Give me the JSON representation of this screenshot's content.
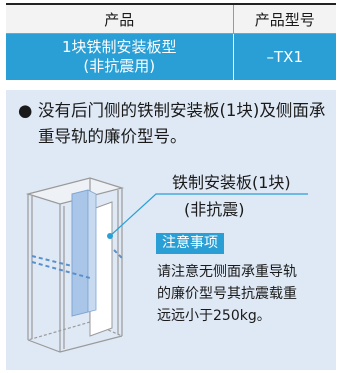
{
  "table": {
    "header_product": "产品",
    "header_model": "产品型号",
    "row_product_line1": "1块铁制安装板型",
    "row_product_line2": "(非抗震用)",
    "row_model": "–TX1"
  },
  "note": {
    "bullet_symbol": "●",
    "text": "没有后门侧的铁制安装板(1块)及侧面承重导轨的廉价型号。",
    "callout_name": "铁制安装板(1块)",
    "callout_sub": "(非抗震)",
    "caution_title": "注意事项",
    "caution_line1": "请注意无侧面承重导轨",
    "caution_line2": "的廉价型号其抗震载重",
    "caution_line3": "远远小于250kg。"
  },
  "colors": {
    "accent_blue": "#2a9fd6",
    "panel_bg": "#dfe9f5",
    "plate_fill": "#a9c6e8"
  }
}
